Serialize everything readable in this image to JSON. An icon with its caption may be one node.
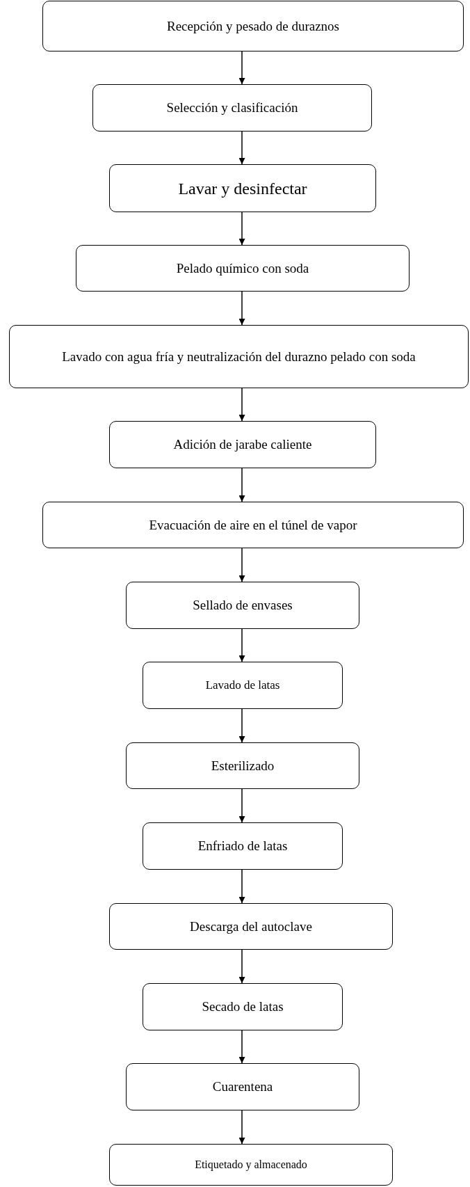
{
  "diagram": {
    "nodes": [
      {
        "text": [
          "Recepción y pesado de duraznos"
        ]
      },
      {
        "text": [
          "Selección y clasificación"
        ]
      },
      {
        "text": [
          "Lavar y desinfectar"
        ]
      },
      {
        "text": [
          "Pelado químico con soda"
        ]
      },
      {
        "text": [
          "Lavado con agua fría y neutralización del durazno pelado con soda"
        ]
      },
      {
        "text": [
          "Adición de jarabe caliente"
        ]
      },
      {
        "text": [
          "Evacuación de aire en el túnel de vapor"
        ]
      },
      {
        "text": [
          "Sellado de envases"
        ]
      },
      {
        "text": [
          "Lavado de latas"
        ]
      },
      {
        "text": [
          "Esterilizado"
        ]
      },
      {
        "text": [
          "Enfriado de latas"
        ]
      },
      {
        "text": [
          "Descarga del autoclave"
        ]
      },
      {
        "text": [
          "Secado de latas"
        ]
      },
      {
        "text": [
          "Cuarentena"
        ]
      },
      {
        "text": [
          "Etiquetado y almacenado"
        ]
      }
    ],
    "edges": [
      {
        "from": 0,
        "to": 1,
        "arrow": "to"
      },
      {
        "from": 1,
        "to": 2,
        "arrow": "to"
      },
      {
        "from": 2,
        "to": 3,
        "arrow": "to"
      },
      {
        "from": 3,
        "to": 4,
        "arrow": "to"
      },
      {
        "from": 4,
        "to": 5,
        "arrow": "to"
      },
      {
        "from": 5,
        "to": 6,
        "arrow": "to"
      },
      {
        "from": 6,
        "to": 7,
        "arrow": "to"
      },
      {
        "from": 7,
        "to": 8,
        "arrow": "to"
      },
      {
        "from": 8,
        "to": 9,
        "arrow": "to"
      },
      {
        "from": 9,
        "to": 10,
        "arrow": "to"
      },
      {
        "from": 10,
        "to": 11,
        "arrow": "to"
      },
      {
        "from": 11,
        "to": 12,
        "arrow": "to"
      },
      {
        "from": 12,
        "to": 13,
        "arrow": "to"
      },
      {
        "from": 13,
        "to": 14,
        "arrow": "to"
      }
    ]
  }
}
